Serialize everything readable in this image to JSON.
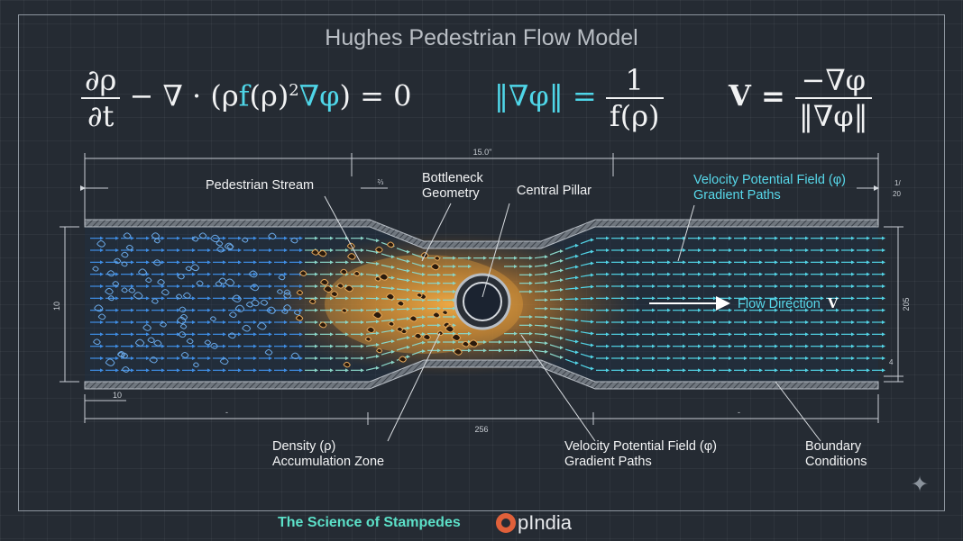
{
  "title": "Hughes Pedestrian Flow Model",
  "equations": {
    "continuity_lhs_num": "∂ρ",
    "continuity_lhs_den": "∂t",
    "continuity_mid": "− ∇ · (ρ",
    "continuity_f": "f",
    "continuity_rho2": "(ρ)",
    "continuity_exp": "2",
    "continuity_grad": "∇φ",
    "continuity_end": ") = 0",
    "eikonal_lhs": "‖∇φ‖ = ",
    "eikonal_num": "1",
    "eikonal_den": "f(ρ)",
    "velocity_lhs": "V = ",
    "velocity_num": "−∇φ",
    "velocity_den": "‖∇φ‖"
  },
  "dimensions": {
    "top_span": "15.0\"",
    "left_small": "⅔",
    "right_small_top": "1/",
    "right_small_bot": "20",
    "left_height": "10",
    "right_height": "205",
    "right_small": "4",
    "bottom_left": "10",
    "bottom_total": "256",
    "dash_left": "-",
    "dash_right": "-"
  },
  "labels": {
    "pedestrian_stream": "Pedestrian Stream",
    "bottleneck_1": "Bottleneck",
    "bottleneck_2": "Geometry",
    "central_pillar": "Central Pillar",
    "vpf_top_1": "Velocity Potential Field (φ)",
    "vpf_top_2": "Gradient Paths",
    "flow_direction": "Flow Direction",
    "flow_direction_v": "V",
    "density_1": "Density (ρ)",
    "density_2": "Accumulation Zone",
    "vpf_bottom_1": "Velocity Potential Field (φ)",
    "vpf_bottom_2": "Gradient Paths",
    "boundary_1": "Boundary",
    "boundary_2": "Conditions"
  },
  "footer": {
    "series": "The Science of Stampedes",
    "brand": "pIndia"
  },
  "colors": {
    "background": "#252b33",
    "cyan": "#4fd6e8",
    "density_glow": "#f0a23a",
    "arrow_blue": "#3f8ee6"
  },
  "icons": {
    "sparkle": "four-point-sparkle-icon"
  }
}
